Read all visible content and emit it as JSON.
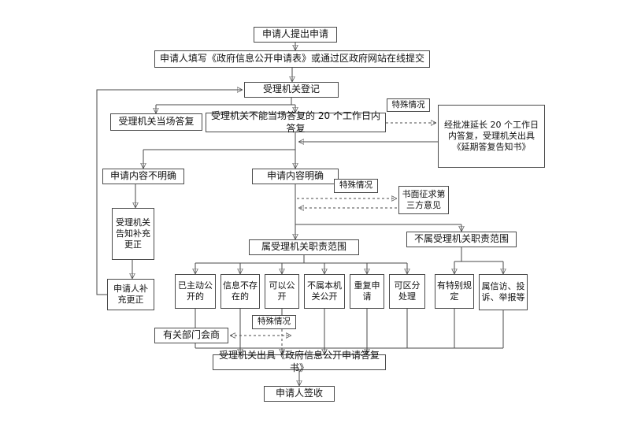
{
  "nodes": {
    "submit": {
      "label": "申请人提出申请"
    },
    "fill_form": {
      "label": "申请人填写《政府信息公开申请表》或通过区政府网站在线提交"
    },
    "register": {
      "label": "受理机关登记"
    },
    "onspot_reply": {
      "label": "受理机关当场答复"
    },
    "deferred_reply": {
      "label": "受理机关不能当场答复的 20 个工作日内答复"
    },
    "special_case_1": {
      "label": "特殊情况"
    },
    "extension": {
      "label": "经批准延长 20 个工作日内答复，受理机关出具《延期答复告知书》"
    },
    "content_unclear": {
      "label": "申请内容不明确"
    },
    "content_clear": {
      "label": "申请内容明确"
    },
    "special_case_2": {
      "label": "特殊情况"
    },
    "third_party": {
      "label": "书面征求第三方意见"
    },
    "notify_correct": {
      "label": "受理机关告知补充更正"
    },
    "in_scope": {
      "label": "属受理机关职责范围"
    },
    "out_of_scope": {
      "label": "不属受理机关职责范围"
    },
    "applicant_correct": {
      "label": "申请人补充更正"
    },
    "already_public": {
      "label": "已主动公开的"
    },
    "not_exist": {
      "label": "信息不存在的"
    },
    "can_disclose": {
      "label": "可以公开"
    },
    "not_this_organ": {
      "label": "不属本机关公开"
    },
    "duplicate": {
      "label": "重复申请"
    },
    "separable": {
      "label": "可区分处理"
    },
    "special_rule": {
      "label": "有特别规定"
    },
    "petition": {
      "label": "属信访、投诉、举报等"
    },
    "special_case_3": {
      "label": "特殊情况"
    },
    "consult": {
      "label": "有关部门会商"
    },
    "reply_letter": {
      "label": "受理机关出具《政府信息公开申请答复书》"
    },
    "sign_receipt": {
      "label": "申请人签收"
    }
  },
  "colors": {
    "background": "#ffffff",
    "border": "#4a4a4a",
    "line": "#4a4a4a",
    "text": "#111111"
  }
}
